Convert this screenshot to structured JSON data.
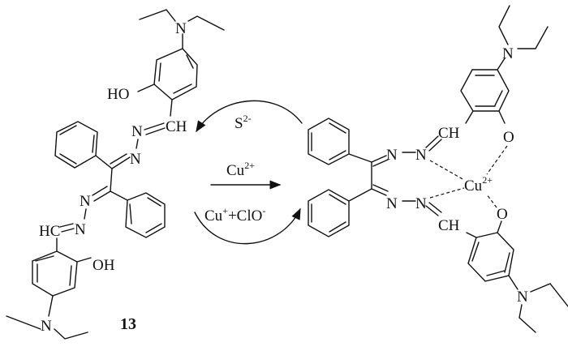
{
  "labels": {
    "N": "N",
    "HO": "HO",
    "OH": "OH",
    "CH": "CH",
    "HC": "HC",
    "O": "O",
    "cu": "Cu",
    "cu_charge": "2+",
    "compound_number": "13"
  },
  "reagents": {
    "forward": {
      "base": "Cu",
      "charge": "2+"
    },
    "reverse": {
      "base": "S",
      "charge": "2-"
    },
    "regen": {
      "cu": "Cu",
      "cu_charge": "+",
      "plus": "+ClO",
      "clo_charge": "-"
    }
  }
}
